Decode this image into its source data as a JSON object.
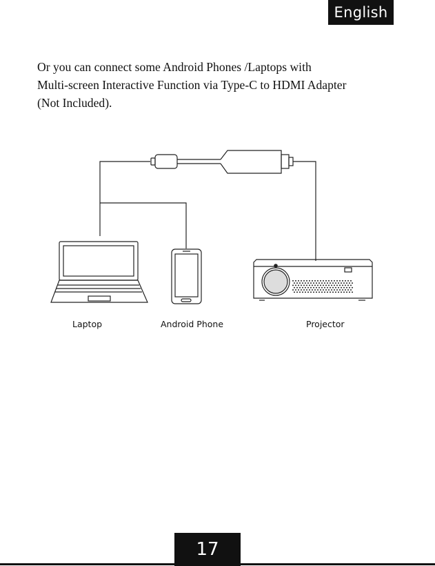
{
  "header": {
    "language": "English"
  },
  "intro": {
    "lines": [
      "Or you can connect some Android Phones /Laptops with",
      "Multi-screen Interactive Function via Type-C to HDMI Adapter",
      "(Not Included)."
    ]
  },
  "diagram": {
    "labels": {
      "laptop": "Laptop",
      "phone": "Android Phone",
      "projector": "Projector"
    }
  },
  "footer": {
    "page_number": "17"
  }
}
